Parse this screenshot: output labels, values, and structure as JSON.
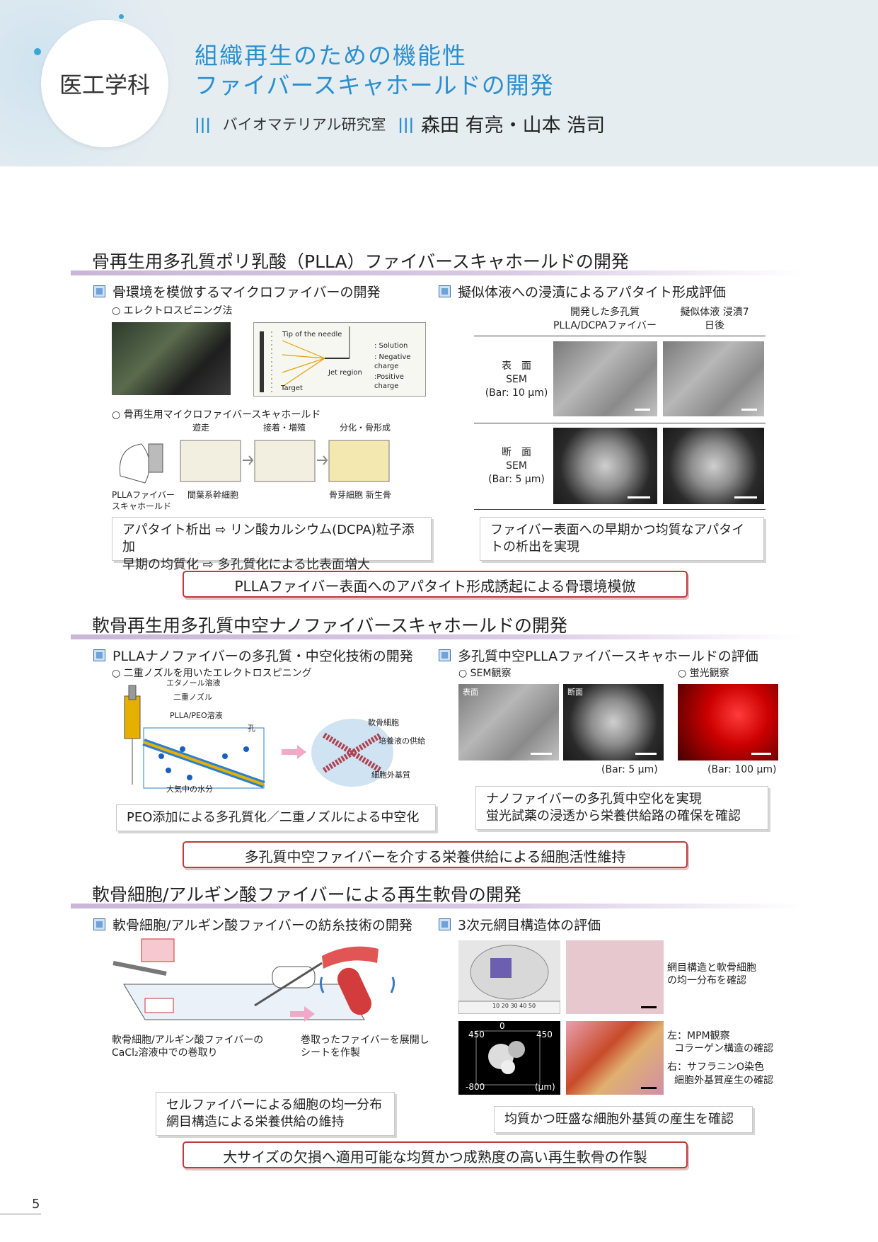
{
  "header": {
    "department": "医工学科",
    "title_line1": "組織再生のための機能性",
    "title_line2": "ファイバースキャホールドの開発",
    "lab_bars": "|||",
    "lab": "バイオマテリアル研究室",
    "authors": "森田 有亮・山本 浩司"
  },
  "section1": {
    "title": "骨再生用多孔質ポリ乳酸（PLLA）ファイバースキャホールドの開発",
    "left_sub": "骨環境を模倣するマイクロファイバーの開発",
    "bullet1": "エレクトロスピニング法",
    "diagram": {
      "tip": "Tip of the needle",
      "solution": ": Solution",
      "negative": ": Negative charge",
      "positive": ":Positive charge",
      "jet": "Jet region",
      "target": "Target"
    },
    "bullet2": "骨再生用マイクロファイバースキャホールド",
    "stages": [
      "遊走",
      "接着・増殖",
      "分化・骨形成"
    ],
    "labels": {
      "scaffold": "PLLAファイバースキャホールド",
      "msc": "間葉系幹細胞",
      "bone": "骨芽細胞 新生骨"
    },
    "box_line1": "アパタイト析出 ⇨ リン酸カルシウム(DCPA)粒子添加",
    "box_line2": "早期の均質化 ⇨ 多孔質化による比表面増大",
    "right_sub": "擬似体液への浸漬によるアパタイト形成評価",
    "col1": "開発した多孔質 PLLA/DCPAファイバー",
    "col2": "擬似体液 浸漬7日後",
    "row1_name": "表　面",
    "row1_method": "SEM",
    "row1_bar": "(Bar: 10 μm)",
    "row2_name": "断　面",
    "row2_method": "SEM",
    "row2_bar": "(Bar: 5 μm)",
    "right_box": "ファイバー表面への早期かつ均質なアパタイトの析出を実現",
    "conclusion": "PLLAファイバー表面へのアパタイト形成誘起による骨環境模倣"
  },
  "section2": {
    "title": "軟骨再生用多孔質中空ナノファイバースキャホールドの開発",
    "left_sub": "PLLAナノファイバーの多孔質・中空化技術の開発",
    "bullet": "二重ノズルを用いたエレクトロスピニング",
    "diagram": {
      "ethanol": "エタノール溶液",
      "nozzle": "二重ノズル",
      "peo": "PLLA/PEO溶液",
      "pore": "孔",
      "water": "大気中の水分",
      "chondro": "軟骨細胞",
      "medium": "培養液の供給",
      "ecm": "細胞外基質"
    },
    "box": "PEO添加による多孔質化／二重ノズルによる中空化",
    "right_sub": "多孔質中空PLLAファイバースキャホールドの評価",
    "sem_bullet": "SEM観察",
    "fluo_bullet": "蛍光観察",
    "img1": "表面",
    "img2": "断面",
    "bar1": "(Bar: 5 μm)",
    "bar2": "(Bar: 100 μm)",
    "right_box_line1": "ナノファイバーの多孔質中空化を実現",
    "right_box_line2": "蛍光試薬の浸透から栄養供給路の確保を確認",
    "conclusion": "多孔質中空ファイバーを介する栄養供給による細胞活性維持"
  },
  "section3": {
    "title": "軟骨細胞/アルギン酸ファイバーによる再生軟骨の開発",
    "left_sub": "軟骨細胞/アルギン酸ファイバーの紡糸技術の開発",
    "cap1_line1": "軟骨細胞/アルギン酸ファイバーの",
    "cap1_line2": "CaCl₂溶液中での巻取り",
    "cap2_line1": "巻取ったファイバーを展開し",
    "cap2_line2": "シートを作製",
    "left_box_line1": "セルファイバーによる細胞の均一分布",
    "left_box_line2": "網目構造による栄養供給の維持",
    "right_sub": "3次元網目構造体の評価",
    "note1_line1": "網目構造と軟骨細胞",
    "note1_line2": "の均一分布を確認",
    "mpm_labels": [
      "0",
      "450",
      "450",
      "-800",
      "(μm)"
    ],
    "note2_line1": "左：MPM観察",
    "note2_line2": "コラーゲン構造の確認",
    "note2_line3": "右：サフラニンO染色",
    "note2_line4": "細胞外基質産生の確認",
    "ruler": "10  20  30  40  50",
    "right_box": "均質かつ旺盛な細胞外基質の産生を確認",
    "conclusion": "大サイズの欠損へ適用可能な均質かつ成熟度の高い再生軟骨の作製"
  },
  "page_number": "5",
  "colors": {
    "accent": "#2a8fcf",
    "rule": "#c9b6d8",
    "conclusion_border": "#c0393b"
  }
}
